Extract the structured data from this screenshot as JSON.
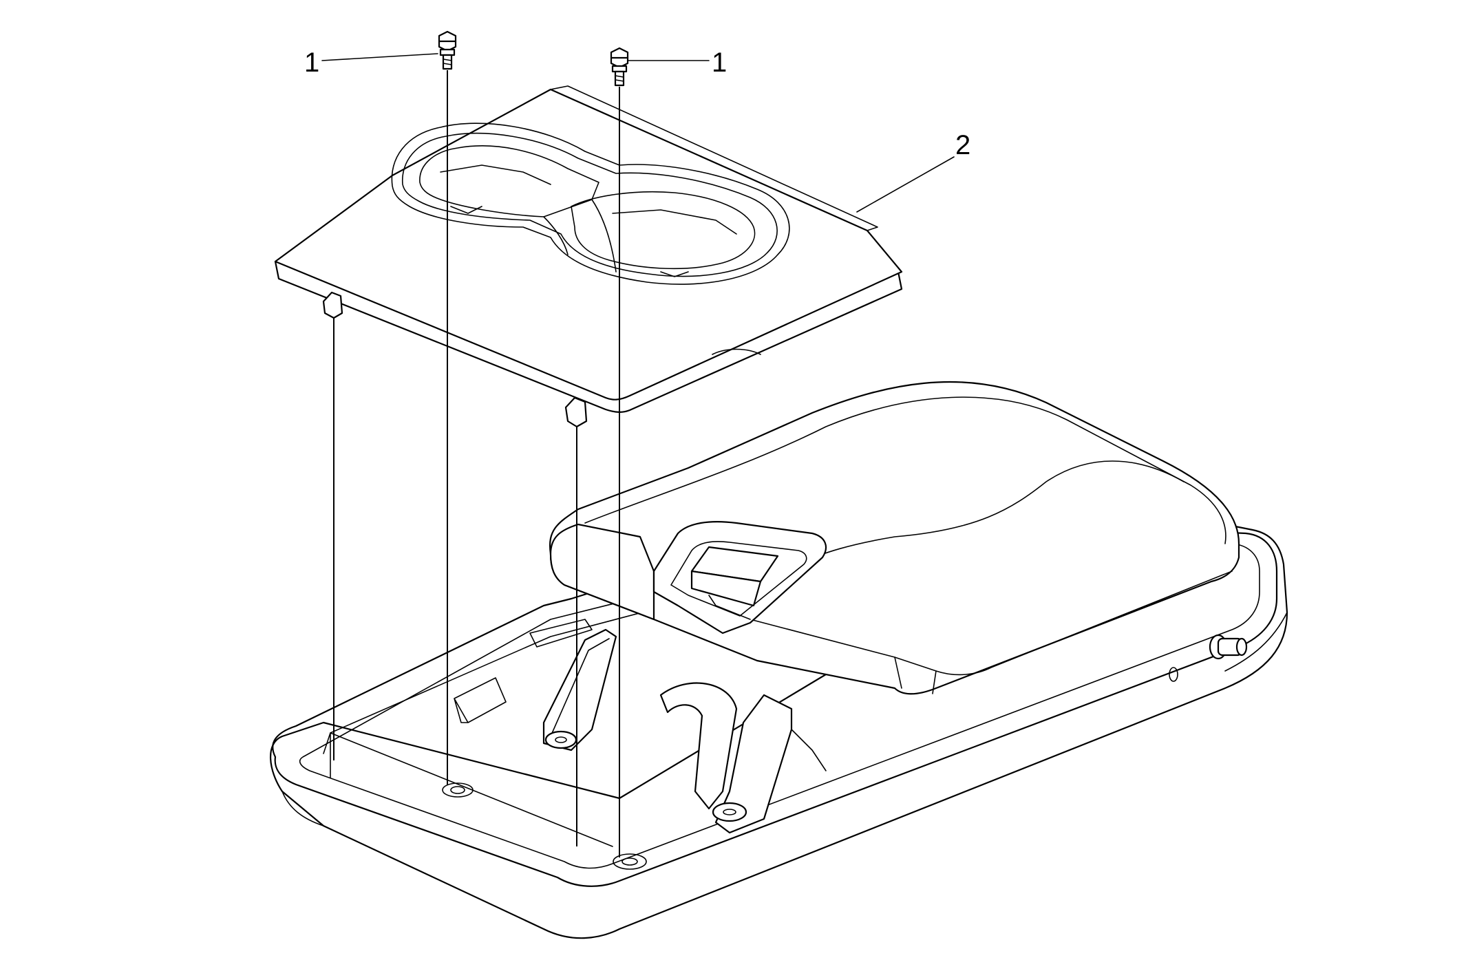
{
  "callouts": {
    "bolt_left": "1",
    "bolt_right": "1",
    "cup_holder_trim": "2"
  }
}
